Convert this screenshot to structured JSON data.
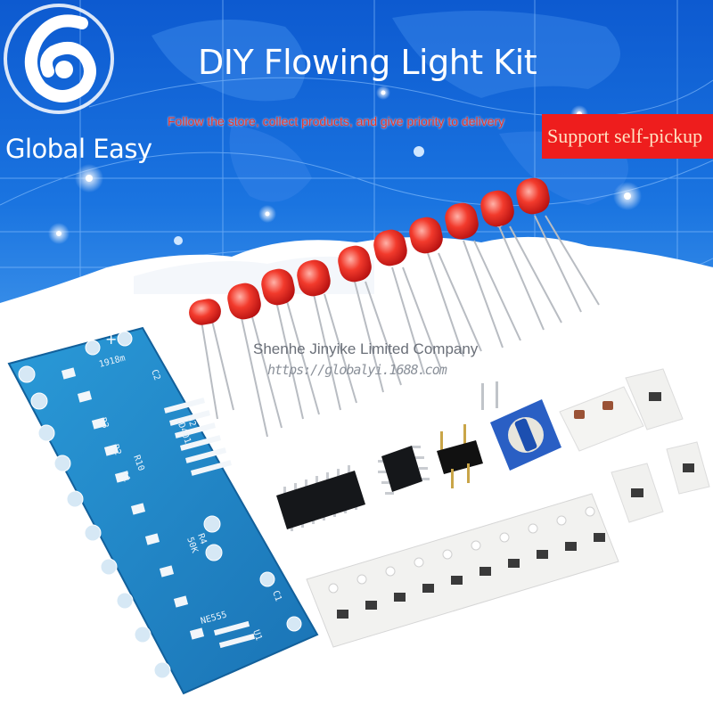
{
  "brand": {
    "name": "Global Easy",
    "logo_icon": "swirl-logo-icon"
  },
  "product": {
    "title": "DIY Flowing Light Kit",
    "slogan": "Follow the store, collect products, and give priority to delivery",
    "badge": "Support self-pickup"
  },
  "watermark": {
    "company": "Shenhe Jinyike Limited Company",
    "url": "https://globalyi.1688.com"
  },
  "pcb": {
    "labels": [
      "1918m",
      "C2",
      "U2",
      "CD4017",
      "R4",
      "50K",
      "R3",
      "R2",
      "R1",
      "C1",
      "NE555",
      "U1",
      "R10"
    ],
    "led_count": 10,
    "color": "#1f86c4"
  },
  "components": {
    "red_led_count": 10,
    "resistor_tape_count": 10,
    "items": [
      "red-led",
      "cd4017-ic",
      "ne555-ic",
      "pin-header",
      "potentiometer",
      "capacitor",
      "resistor-strip"
    ]
  },
  "colors": {
    "banner_blue": "#1466d8",
    "badge_red": "#ee1d1d",
    "led_red": "#e8271f"
  }
}
